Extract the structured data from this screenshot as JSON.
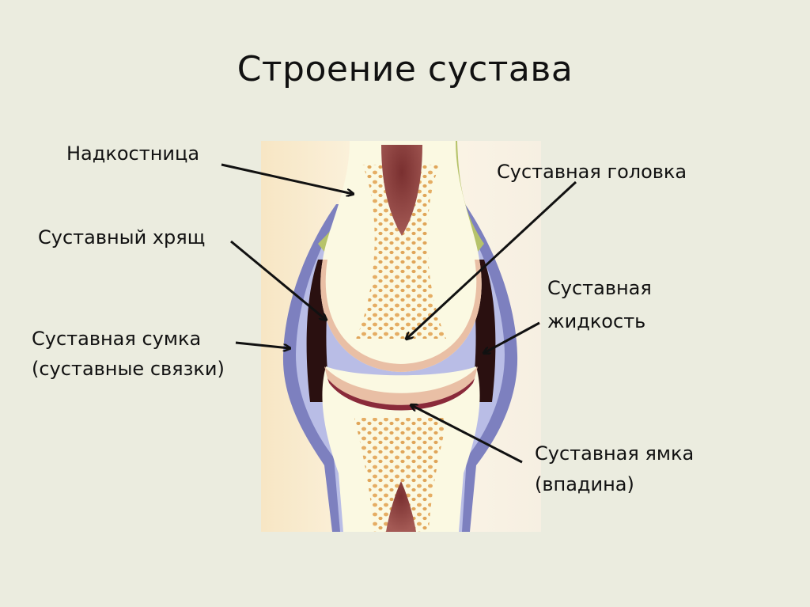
{
  "slide": {
    "title": "Строение сустава",
    "background_color": "#ebecdf"
  },
  "diagram": {
    "subject": "joint-cross-section",
    "labels": [
      {
        "id": "periosteum",
        "text": "Надкостница"
      },
      {
        "id": "cartilage",
        "text": "Суставный хрящ"
      },
      {
        "id": "capsule_line1",
        "text": "Суставная сумка"
      },
      {
        "id": "capsule_line2",
        "text": "(суставные связки)"
      },
      {
        "id": "head",
        "text": "Суставная головка"
      },
      {
        "id": "fluid_line1",
        "text": "Суставная"
      },
      {
        "id": "fluid_line2",
        "text": "жидкость"
      },
      {
        "id": "socket_line1",
        "text": "Суставная ямка"
      },
      {
        "id": "socket_line2",
        "text": "(впадина)"
      }
    ],
    "colors": {
      "bone": "#fbf9e2",
      "marrow": "#8a3a3a",
      "spongy_bone": "#e3a556",
      "capsule": "#7d80bf",
      "cartilage": "#e9bfa5",
      "synovial_fluid": "#2a1010",
      "periosteum": "#b6c36a"
    }
  }
}
